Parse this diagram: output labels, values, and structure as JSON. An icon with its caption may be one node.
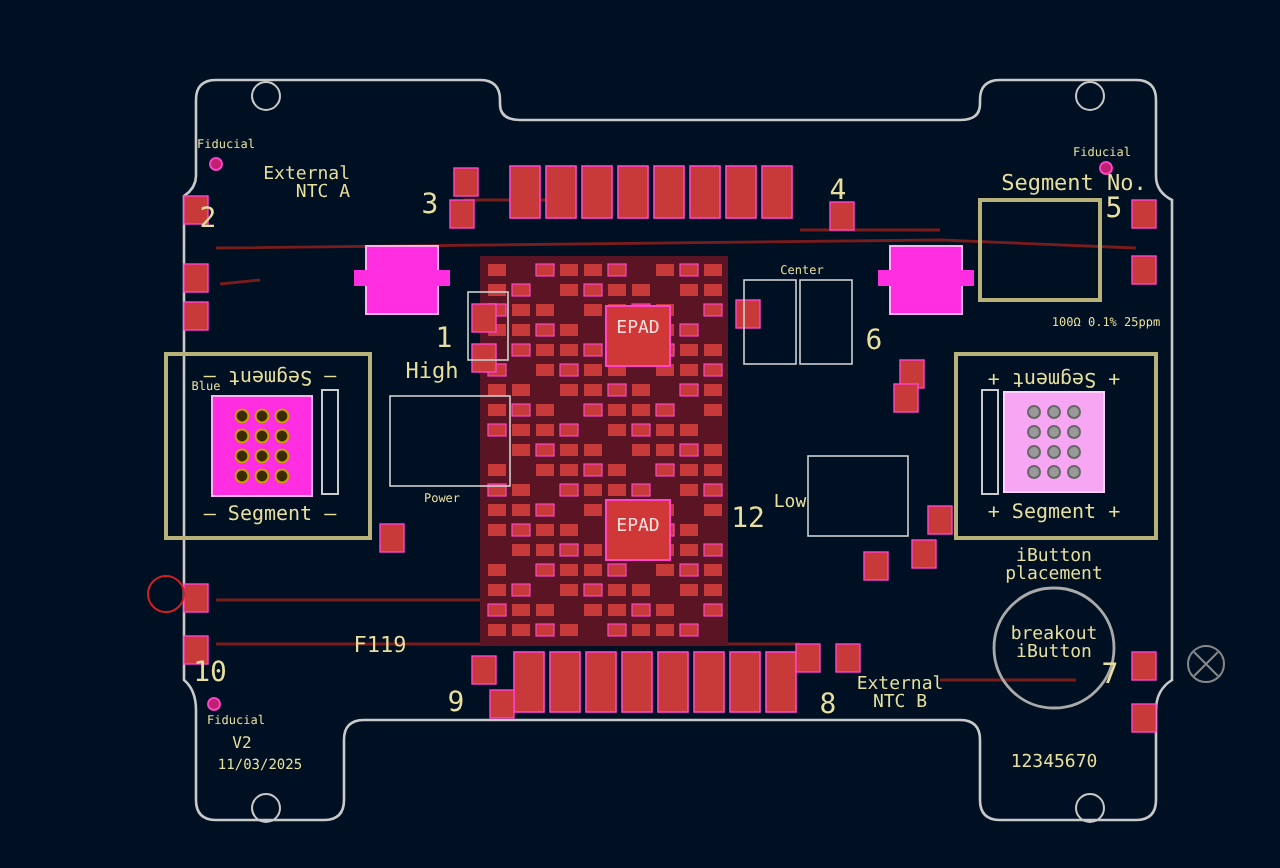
{
  "diagram": {
    "labels": [
      "Fiducial",
      "Fiducial",
      "External NTC A",
      "Segment No.",
      "2",
      "3",
      "4",
      "5",
      "Center",
      "1",
      "EPAD",
      "6",
      "100Ω 0.1% 25ppm",
      "Blue",
      "– Segment –",
      "High",
      "+ Segment +",
      "EPAD",
      "Power",
      "– Segment –",
      "12",
      "Low",
      "+ Segment +",
      "iButton placement",
      "breakout iButton",
      "F119",
      "10",
      "9",
      "8",
      "7",
      "External NTC B",
      "Fiducial",
      "V2",
      "11/03/2025",
      "12345670"
    ]
  }
}
